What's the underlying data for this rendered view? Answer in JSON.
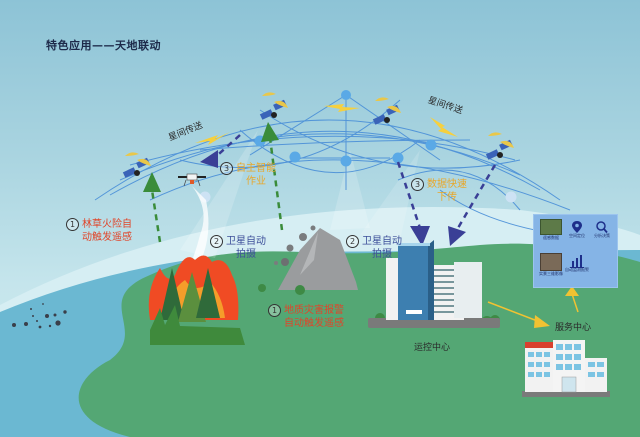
{
  "title": "特色应用——天地联动",
  "colors": {
    "sky_top": "#8dc3d6",
    "sky_bottom": "#d3ecf1",
    "ground": "#54a774",
    "sea": "#6bb8d2",
    "orbit_line": "#4a8fd8",
    "node": "#5aa9e6",
    "arrow_green": "#3a8c3a",
    "arrow_navy": "#3a3f96",
    "arrow_yellow": "#f1c232",
    "text_red": "#e0452a",
    "text_yellow": "#e8a72a",
    "text_navy": "#3d4f9a"
  },
  "orbit_labels": [
    {
      "text": "星间传送",
      "position": "left"
    },
    {
      "text": "星间传送",
      "position": "right"
    }
  ],
  "steps": [
    {
      "number": "1",
      "line1": "林草火险自",
      "line2": "动触发遥感",
      "color": "red",
      "icon": "forest-fire"
    },
    {
      "number": "2",
      "line1": "卫星自动",
      "line2": "拍摄",
      "color": "navy",
      "icon": "satellite-capture"
    },
    {
      "number": "3",
      "line1": "自主智能",
      "line2": "作业",
      "color": "yellow",
      "icon": "drone"
    },
    {
      "number": "1",
      "line1": "地质灾害报警",
      "line2": "自动触发遥感",
      "color": "red",
      "icon": "landslide"
    },
    {
      "number": "2",
      "line1": "卫星自动",
      "line2": "拍摄",
      "color": "navy",
      "icon": "satellite-capture"
    },
    {
      "number": "3",
      "line1": "数据快速",
      "line2": "下传",
      "color": "yellow",
      "icon": "downlink"
    }
  ],
  "places": {
    "control_center": "运控中心",
    "service_center": "服务中心"
  },
  "service_panel": {
    "items": [
      {
        "label": "遥感数据",
        "icon": "satellite-image-icon"
      },
      {
        "label": "空间定位",
        "icon": "map-pin-icon"
      },
      {
        "label": "分析决策",
        "icon": "magnifier-icon"
      },
      {
        "label": "实景三维影像",
        "icon": "aerial-image-icon"
      },
      {
        "label": "自动监测报警",
        "icon": "bar-chart-icon"
      }
    ]
  }
}
